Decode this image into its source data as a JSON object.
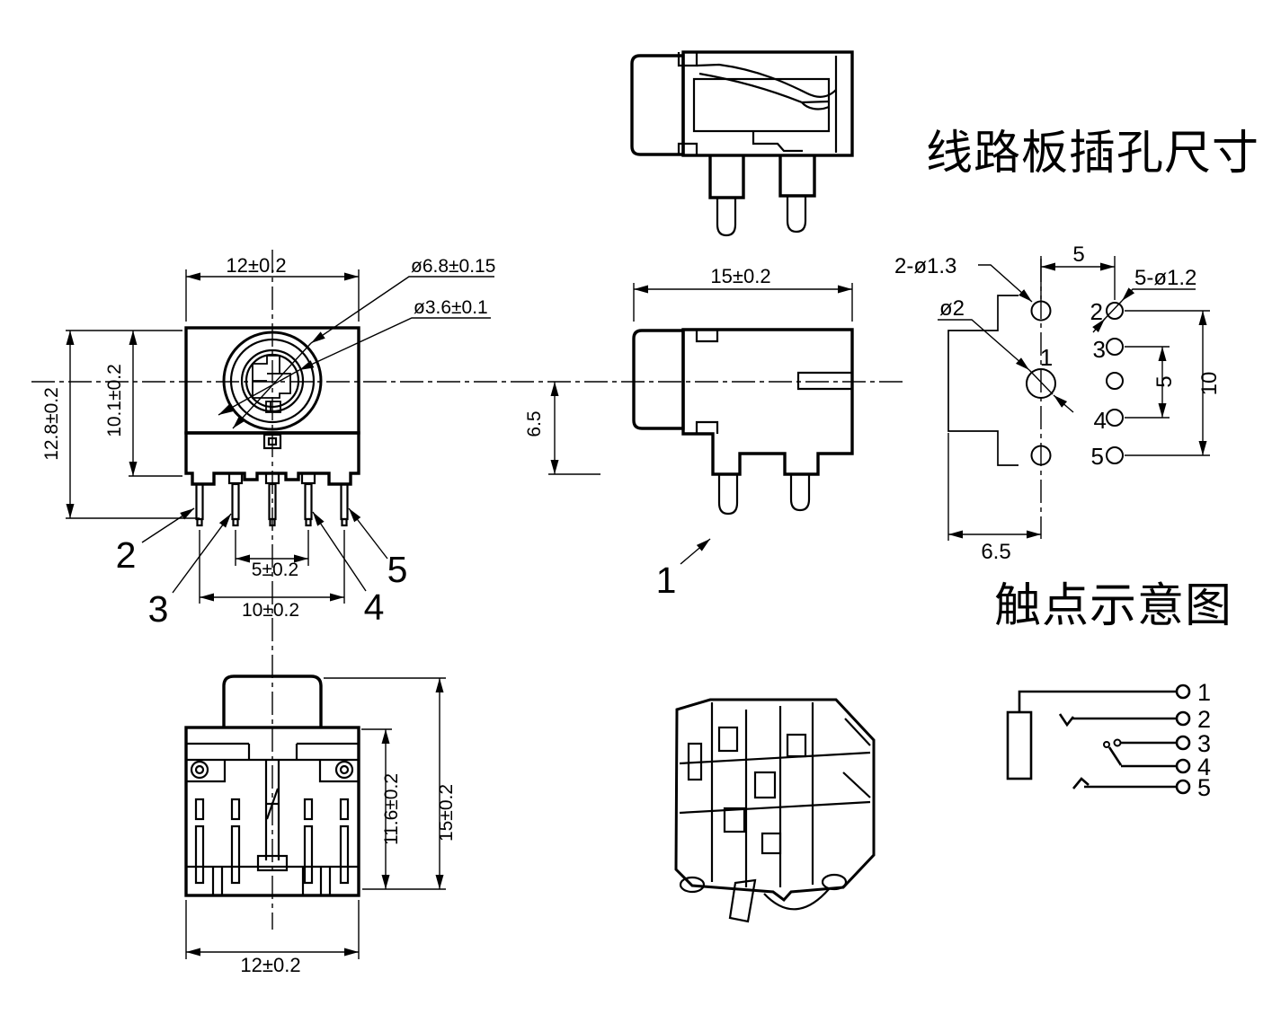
{
  "titles": {
    "pcb_hole": "线路板插孔尺寸",
    "contact_diagram": "触点示意图"
  },
  "front_view": {
    "width": "12±0.2",
    "outer_ring_dia": "ø6.8±0.15",
    "inner_hole_dia": "ø3.6±0.1",
    "total_height": "12.8±0.2",
    "body_height": "10.1±0.2",
    "pin_pitch_inner": "5±0.2",
    "pin_pitch_outer": "10±0.2",
    "pin_labels": [
      "2",
      "3",
      "4",
      "5"
    ]
  },
  "side_view": {
    "depth": "15±0.2",
    "pin_to_center": "6.5",
    "part_label": "1"
  },
  "pcb_layout": {
    "mount_holes": "2-ø1.3",
    "center_hole": "ø2",
    "pin_holes": "5-ø1.2",
    "pitch_top": "5",
    "pitch_34": "5",
    "pitch_25": "10",
    "offset_bottom": "6.5",
    "hole_numbers": [
      "1",
      "2",
      "3",
      "4",
      "5"
    ]
  },
  "bottom_view": {
    "body_height": "11.6±0.2",
    "total_height": "15±0.2",
    "width": "12±0.2"
  },
  "schematic": {
    "terminals": [
      "1",
      "2",
      "3",
      "4",
      "5"
    ]
  }
}
